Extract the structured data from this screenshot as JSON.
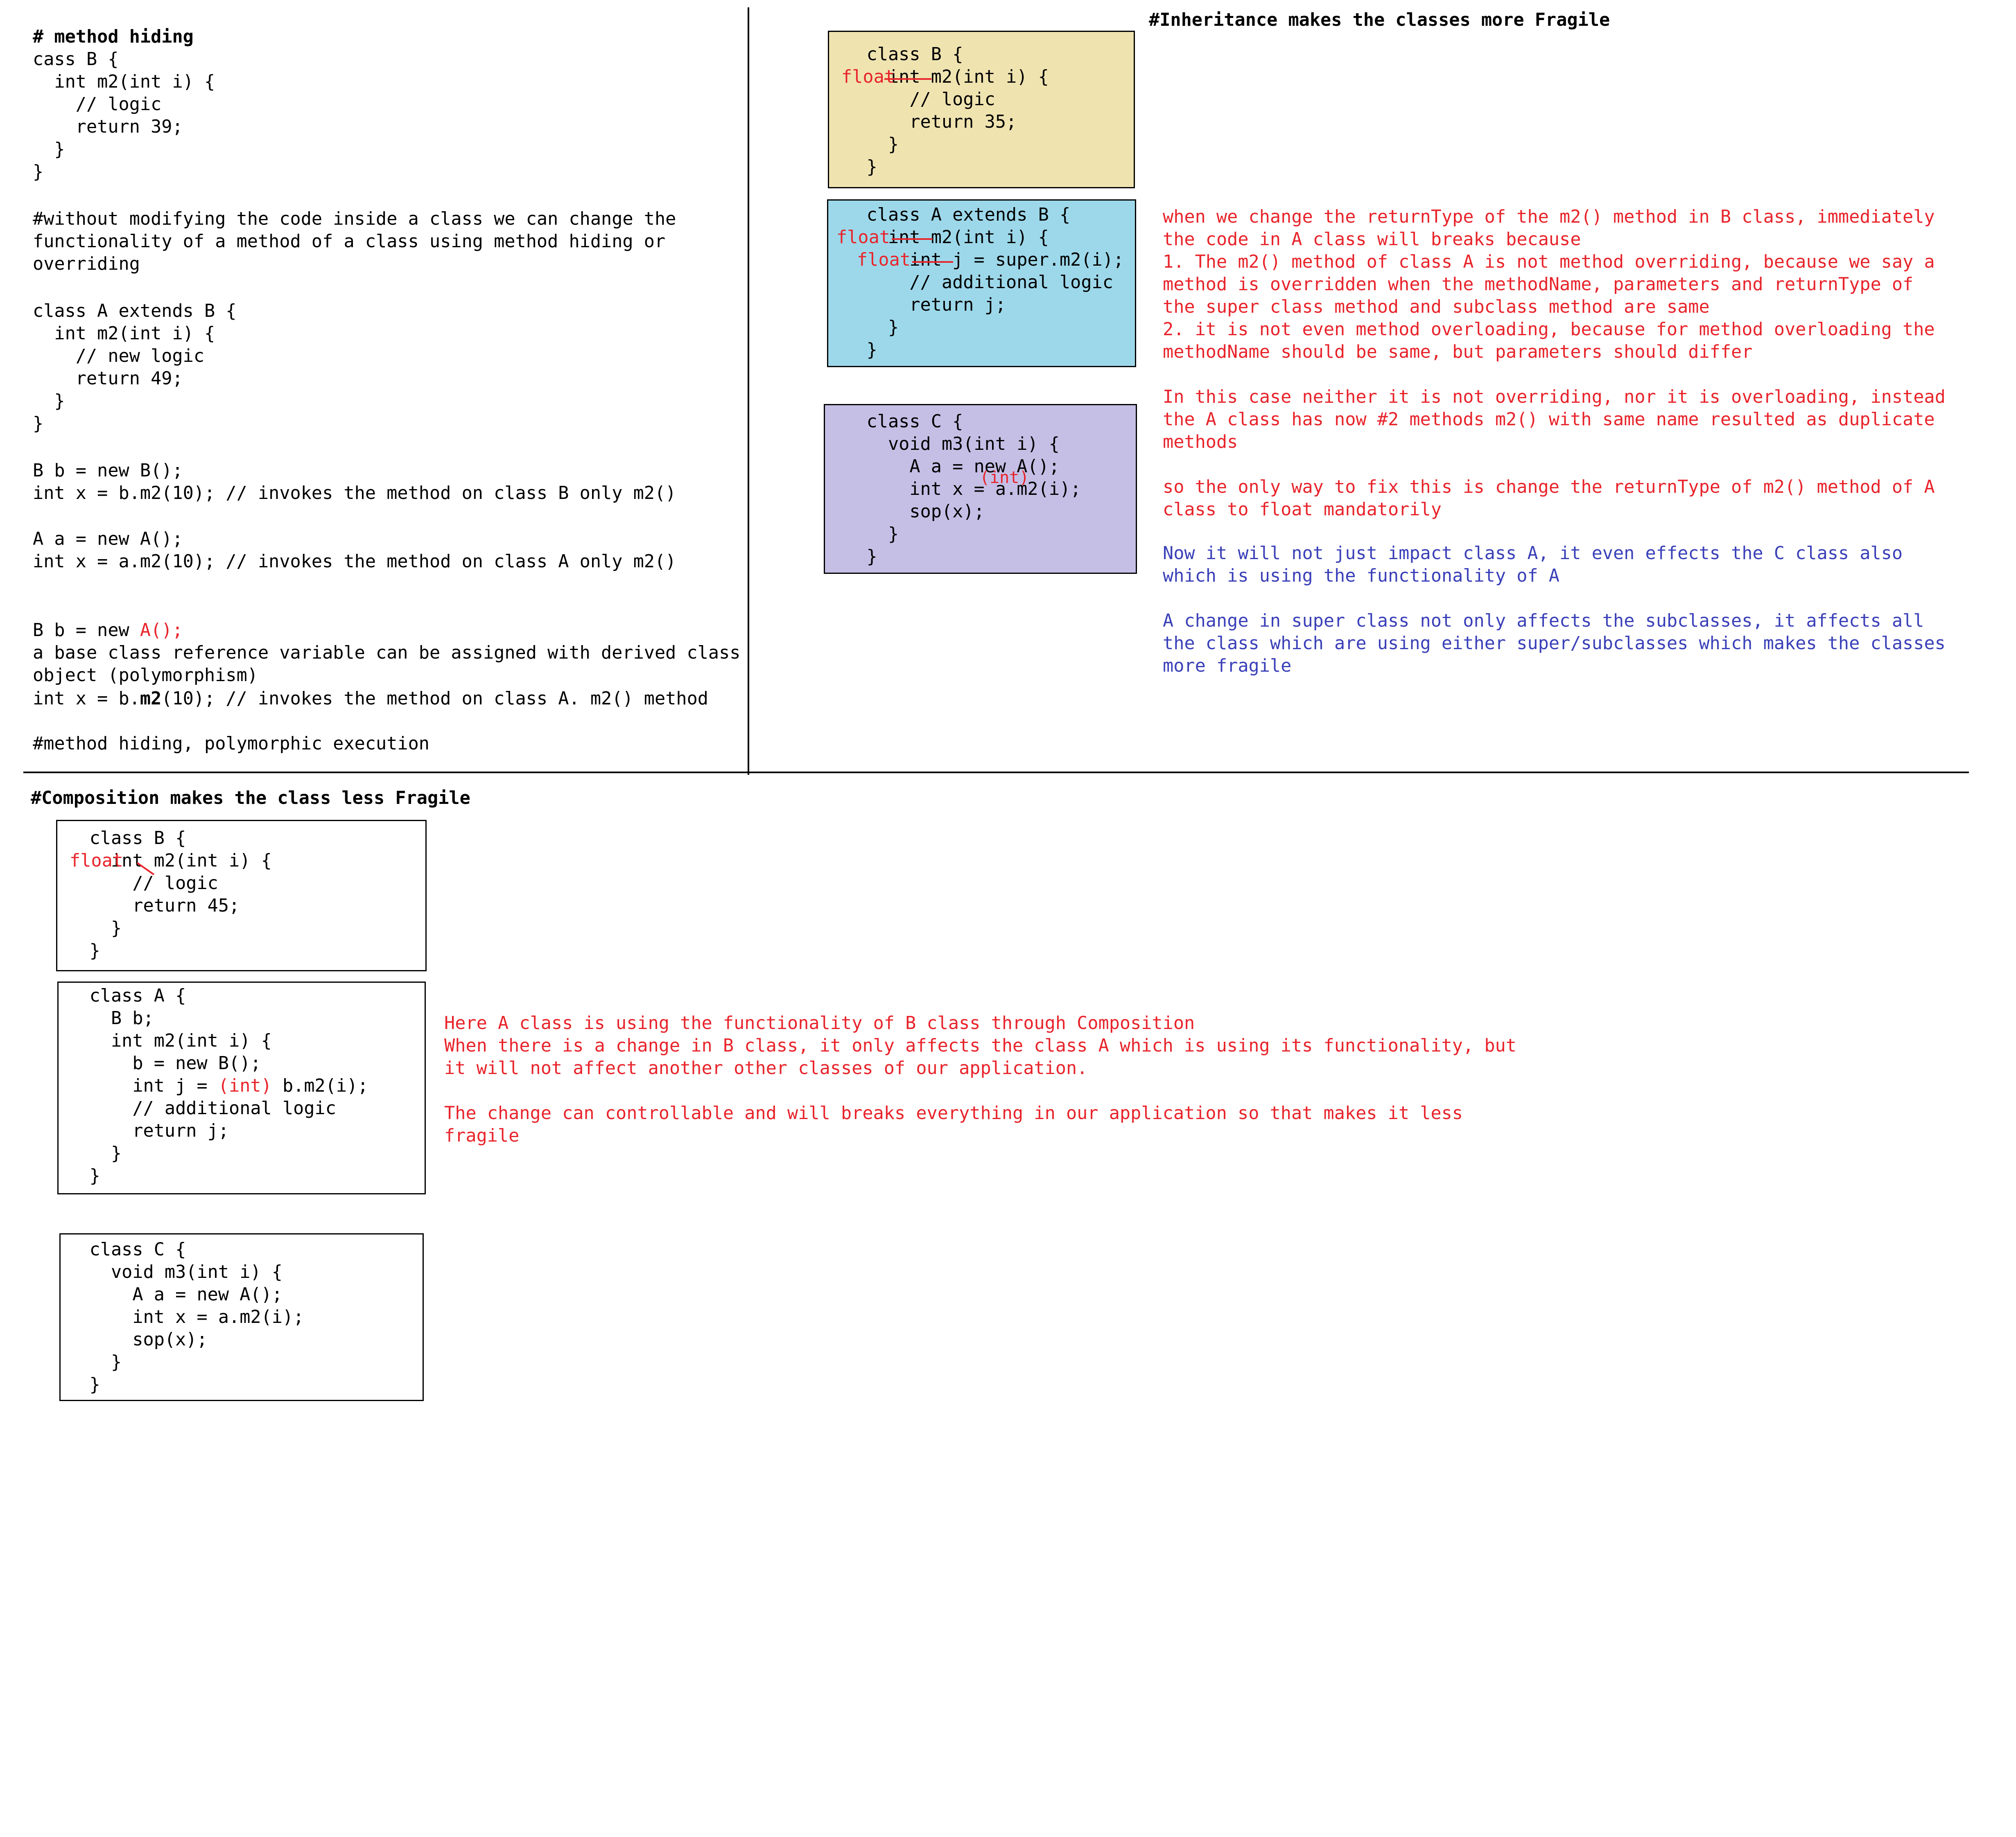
{
  "colors": {
    "annotation_red": "#e8242b",
    "annotation_blue": "#3a40b8",
    "box_b_fill": "#efe3b0",
    "box_a_fill": "#9dd8ea",
    "box_c_fill": "#c5bfe6"
  },
  "method_hiding": {
    "title": "# method hiding",
    "code_b": "cass B {\n  int m2(int i) {\n    // logic\n    return 39;\n  }\n}",
    "note": "#without modifying the code inside a class we can change the\nfunctionality of a method of a class using method hiding or\noverriding",
    "code_a": "class A extends B {\n  int m2(int i) {\n    // new logic\n    return 49;\n  }\n}",
    "usage_b": "B b = new B();\nint x = b.m2(10); // invokes the method on class B only m2()",
    "usage_a": "A a = new A();\nint x = a.m2(10); // invokes the method on class A only m2()",
    "poly_prefix": "B b = new ",
    "poly_red": "A();",
    "poly_note": "a base class reference variable can be assigned with derived class\nobject (polymorphism)",
    "poly_call_prefix": "int x = b.",
    "poly_call_bold": "m2",
    "poly_call_suffix": "(10); // invokes the method on class A. m2() method",
    "footer": "#method hiding, polymorphic execution"
  },
  "inheritance": {
    "title": "#Inheritance makes the classes more Fragile",
    "class_b_code": "   class B {\n     int m2(int i) {\n       // logic\n       return 35;\n     }\n   }",
    "class_b_float": "float",
    "class_a_code": "   class A extends B {\n     int m2(int i) {\n       int j = super.m2(i);\n       // additional logic\n       return j;\n     }\n   }",
    "class_a_float1": "float",
    "class_a_float2": "float",
    "class_c_code": "   class C {\n     void m3(int i) {\n       A a = new A();\n       int x = a.m2(i);\n       sop(x);\n     }\n   }",
    "class_c_cast": "(int)",
    "explanation_red": "when we change the returnType of the m2() method in B class, immediately\nthe code in A class will breaks because\n1. The m2() method of class A is not method overriding, because we say a\nmethod is overridden when the methodName, parameters and returnType of\nthe super class method and subclass method are same\n2. it is not even method overloading, because for method overloading the\nmethodName should be same, but parameters should differ\n\nIn this case neither it is not overriding, nor it is overloading, instead\nthe A class has now #2 methods m2() with same name resulted as duplicate\nmethods\n\nso the only way to fix this is change the returnType of m2() method of A\nclass to float mandatorily",
    "explanation_blue": "Now it will not just impact class A, it even effects the C class also\nwhich is using the functionality of A\n\nA change in super class not only affects the subclasses, it affects all\nthe class which are using either super/subclasses which makes the classes\nmore fragile"
  },
  "composition": {
    "title": "#Composition makes the class less Fragile",
    "class_b_code": "   class B {\n     int m2(int i) {\n       // logic\n       return 45;\n     }\n   }",
    "class_b_float": "float",
    "class_a_code_top": "   class A {\n     B b;\n     int m2(int i) {\n       b = new B();\n       int j = ",
    "class_a_cast": "(int)",
    "class_a_code_mid": " b.m2(i);",
    "class_a_code_bottom": "       // additional logic\n       return j;\n     }\n   }",
    "class_c_code": "   class C {\n     void m3(int i) {\n       A a = new A();\n       int x = a.m2(i);\n       sop(x);\n     }\n   }",
    "explanation": "Here A class is using the functionality of B class through Composition\nWhen there is a change in B class, it only affects the class A which is using its functionality, but\nit will not affect another other classes of our application.\n\nThe change can controllable and will breaks everything in our application so that makes it less\nfragile"
  }
}
